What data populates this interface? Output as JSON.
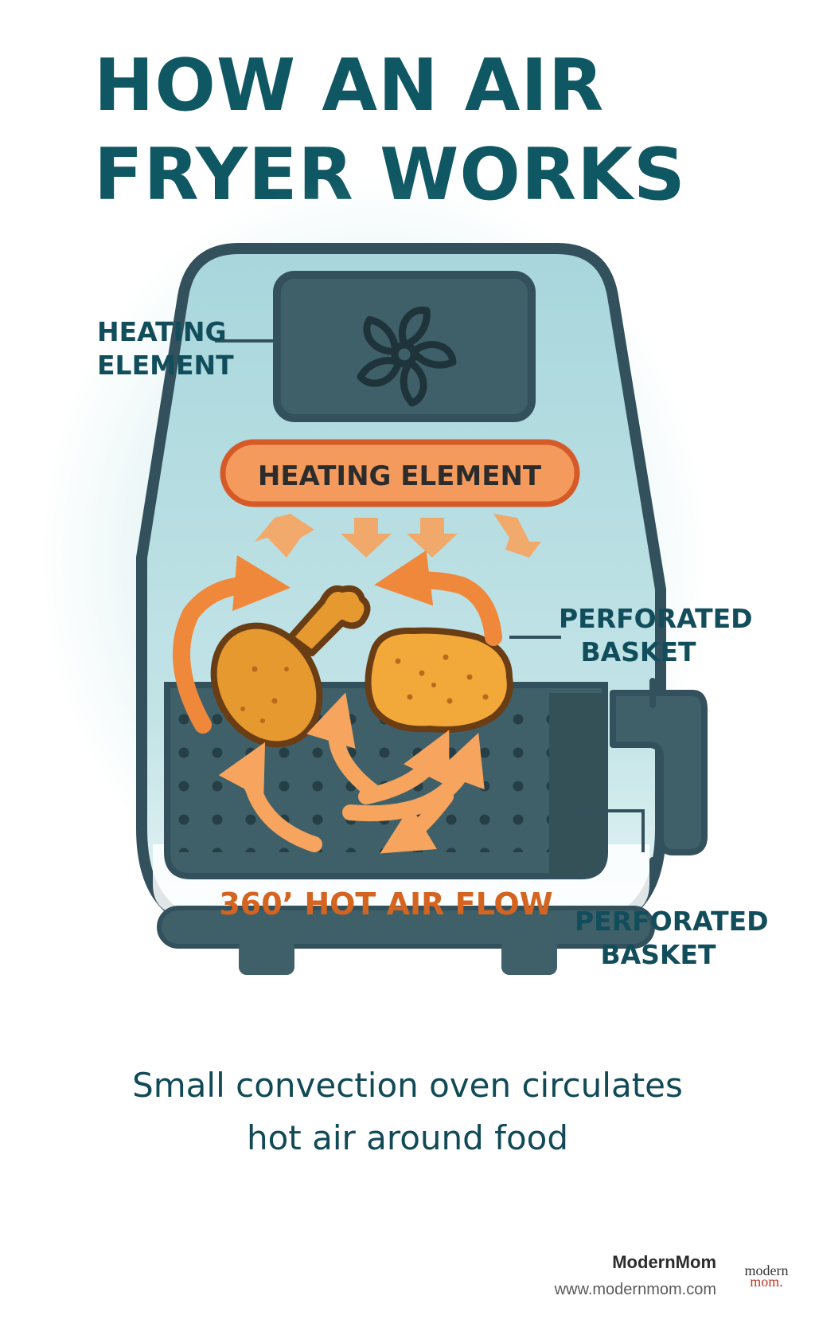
{
  "title": {
    "line1": "HOW AN AIR",
    "line2": "FRYER WORKS"
  },
  "labels": {
    "top_left": {
      "line1": "HEATING",
      "line2": "ELEMENT"
    },
    "heating_bar": "HEATING ELEMENT",
    "right_upper": {
      "line1": "PERFORATED",
      "line2": "BASKET"
    },
    "right_lower": {
      "line1": "PERFORATED",
      "line2": "BASKET"
    },
    "airflow": "360’ HOT AIR FLOW"
  },
  "caption": {
    "line1": "Small convection oven circulates",
    "line2": "hot air around food"
  },
  "branding": {
    "name": "ModernMom",
    "url": "www.modernmom.com",
    "logo_line1": "modern",
    "logo_line2": "mom."
  },
  "colors": {
    "title": "#0f5863",
    "outline": "#33515c",
    "body_fill": "#aed9de",
    "basket_fill": "#3f6068",
    "heating_fill": "#f49a5c",
    "heating_stroke": "#d55a28",
    "arrow": "#f0883c",
    "food": "#e5992e",
    "airflow_text": "#d4641f"
  },
  "icons": [
    "fan-icon",
    "chicken-drumstick-icon",
    "nugget-icon",
    "arrow-icon"
  ]
}
